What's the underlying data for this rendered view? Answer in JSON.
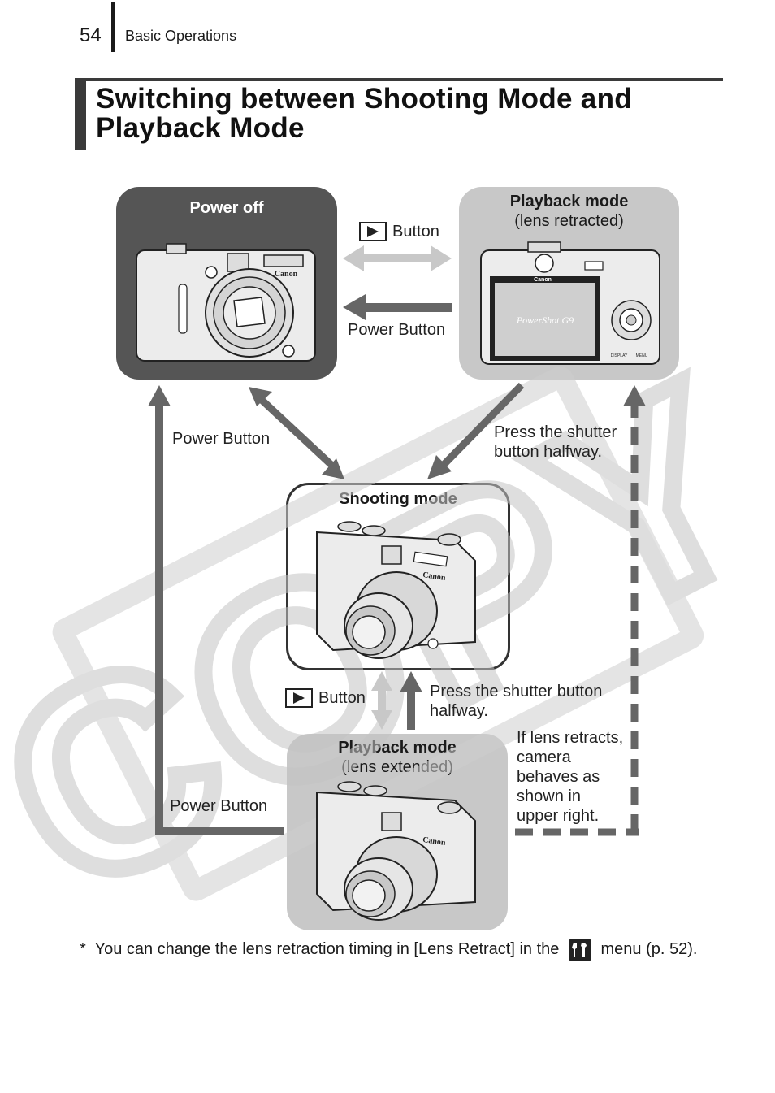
{
  "header": {
    "page_number": "54",
    "section": "Basic Operations"
  },
  "title": {
    "line1": "Switching between Shooting Mode and",
    "line2": "Playback Mode"
  },
  "watermark": "COPY",
  "panels": {
    "power_off": {
      "title": "Power off"
    },
    "playback_retracted": {
      "title": "Playback mode",
      "subtitle": "(lens retracted)"
    },
    "shooting": {
      "title": "Shooting mode"
    },
    "playback_extended": {
      "title": "Playback mode",
      "subtitle": "(lens extended)"
    }
  },
  "labels": {
    "button_top": "Button",
    "power_button_top": "Power Button",
    "power_button_left": "Power Button",
    "shutter_right_1": "Press the shutter",
    "shutter_right_2": "button halfway.",
    "button_mid": "Button",
    "shutter_mid_1": "Press the shutter button",
    "shutter_mid_2": "halfway.",
    "power_button_bottom": "Power Button",
    "lens_retract_1": "If lens retracts,",
    "lens_retract_2": "camera",
    "lens_retract_3": "behaves as",
    "lens_retract_4": "shown in",
    "lens_retract_5": "upper right."
  },
  "camera_brand": "Canon",
  "camera_model": "PowerShot G9",
  "camera_buttons": {
    "display": "DISPLAY",
    "menu": "MENU"
  },
  "footnote": {
    "star": "*",
    "before": "You can change the lens retraction timing in [Lens Retract] in the",
    "after": "menu (p. 52)."
  },
  "icons": {
    "play": "play-icon",
    "settings": "wrench-icon"
  },
  "colors": {
    "arrow_light": "#c8c8c8",
    "arrow_dark": "#666666",
    "panel_dark": "#555555",
    "panel_light": "#c8c8c8"
  }
}
